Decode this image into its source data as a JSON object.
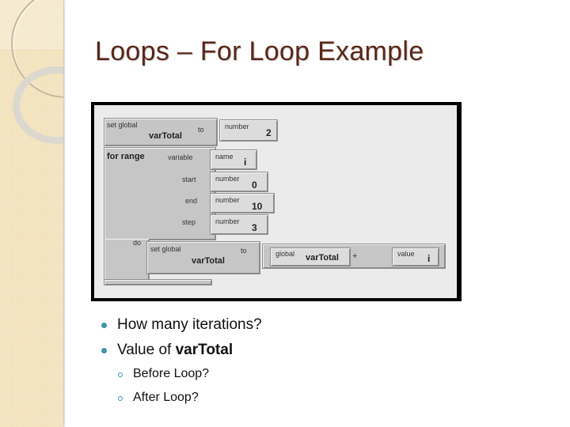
{
  "slide": {
    "title": "Loops – For Loop Example",
    "colors": {
      "title": "#5a2718",
      "bullet": "#3c97a8",
      "sidebar": "#f1e0b8"
    }
  },
  "blocks": {
    "set_global_1": {
      "label": "set global",
      "var": "varTotal",
      "to": "to",
      "number_label": "number",
      "number_value": "2"
    },
    "for_range": {
      "label": "for range",
      "variable_label": "variable",
      "name_label": "name",
      "name_value": "i",
      "start_label": "start",
      "start_number_label": "number",
      "start_value": "0",
      "end_label": "end",
      "end_number_label": "number",
      "end_value": "10",
      "step_label": "step",
      "step_number_label": "number",
      "step_value": "3",
      "do_label": "do"
    },
    "set_global_2": {
      "label": "set global",
      "var": "varTotal",
      "to": "to",
      "global_label": "global",
      "global_var": "varTotal",
      "op": "+",
      "value_label": "value",
      "value_var": "i"
    }
  },
  "bullets": [
    {
      "text": "How many iterations?"
    },
    {
      "text_prefix": "Value of ",
      "text_bold": "varTotal"
    }
  ],
  "sub_bullets": [
    {
      "text": "Before Loop?"
    },
    {
      "text": "After Loop?"
    }
  ]
}
